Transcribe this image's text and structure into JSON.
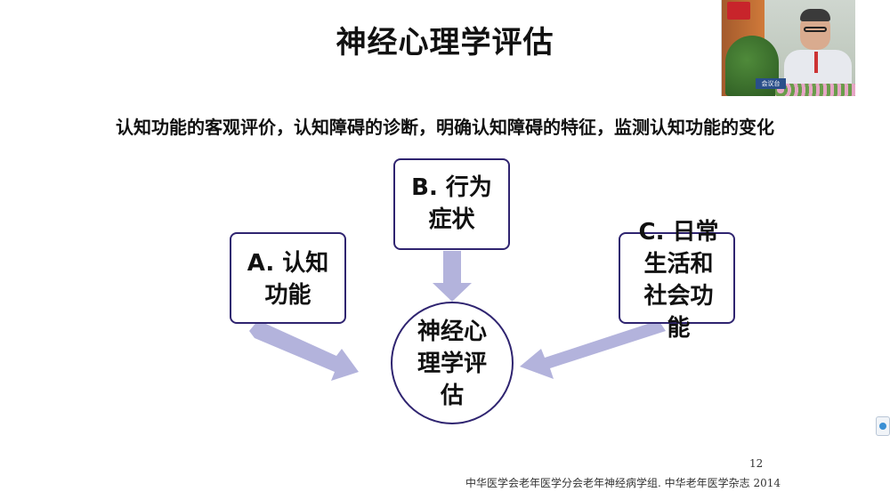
{
  "slide": {
    "title": "神经心理学评估",
    "subtitle": "认知功能的客观评价，认知障碍的诊断，明确认知障碍的特征，监测认知功能的变化",
    "box_a": {
      "line1": "A. 认知",
      "line2": "功能"
    },
    "box_b": {
      "line1": "B. 行为",
      "line2": "症状"
    },
    "box_c": {
      "line1": "C. 日常",
      "line2": "生活和",
      "line3": "社会功",
      "line4": "能"
    },
    "center": {
      "line1": "神经心",
      "line2": "理学评",
      "line3": "估"
    },
    "page_number": "12",
    "citation": "中华医学会老年医学分会老年神经病学组. 中华老年医学杂志 2014"
  },
  "video": {
    "nameplate_text": "会议台"
  },
  "colors": {
    "border": "#2f2470",
    "arrow_fill": "#b3b3dc",
    "text": "#111111"
  },
  "icons": {
    "side_panel": "side-panel-icon"
  }
}
